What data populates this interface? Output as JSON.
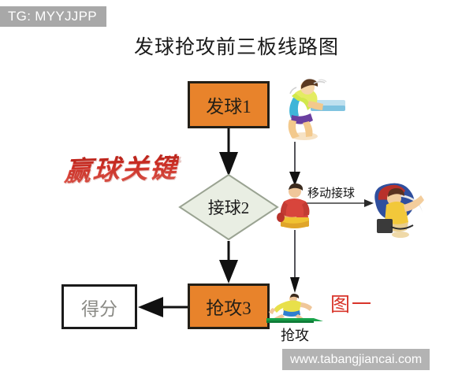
{
  "watermarks": {
    "top_left": "TG: MYYJJPP",
    "bottom_right": "www.tabangjiancai.com"
  },
  "title": "发球抢攻前三板线路图",
  "calligraphy": "赢球关键",
  "flow": {
    "nodes": [
      {
        "id": "serve",
        "label": "发球1",
        "shape": "rect",
        "fill": "#e8832b",
        "border": "#231f17"
      },
      {
        "id": "receive",
        "label": "接球2",
        "shape": "diamond",
        "fill": "#e9eee3",
        "border": "#9aa392"
      },
      {
        "id": "attack",
        "label": "抢攻3",
        "shape": "rect",
        "fill": "#e8832b",
        "border": "#231f17"
      },
      {
        "id": "score",
        "label": "得分",
        "shape": "rect",
        "fill": "#ffffff",
        "border": "#1a1a1a"
      }
    ]
  },
  "annotations": {
    "move_receive": "移动接球",
    "figure_label": "图一",
    "attack_caption": "抢攻"
  },
  "illustrations": {
    "server": "table-tennis-server-figure",
    "receiver_center": "table-tennis-receiver-figure",
    "receiver_right": "table-tennis-return-figure",
    "attacker": "table-tennis-attacker-figure"
  },
  "colors": {
    "orange": "#e8832b",
    "red": "#d8342a",
    "diamond_fill": "#e9eee3",
    "watermark_gray": "#b3b3b3",
    "arrow_black": "#111111",
    "arrow_gray": "#6b6b6b"
  }
}
